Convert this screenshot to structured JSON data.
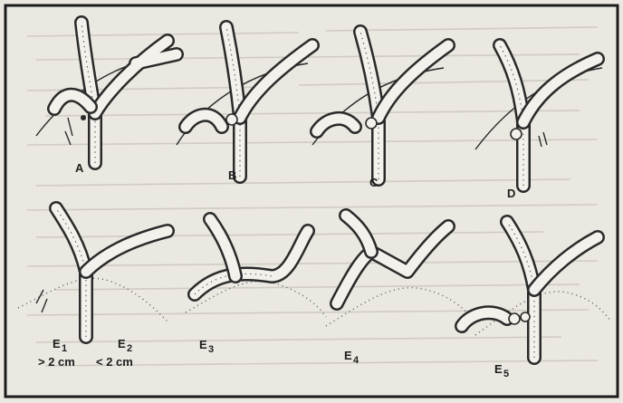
{
  "panels": {
    "A": "A",
    "B": "B",
    "C": "C",
    "D": "D",
    "E1_left": "E",
    "E1_left_sub": "1",
    "E2": "E",
    "E2_sub": "2",
    "E1_left_measure": "> 2 cm",
    "E2_measure": "< 2 cm",
    "E3": "E",
    "E3_sub": "3",
    "E4": "E",
    "E4_sub": "4",
    "E5": "E",
    "E5_sub": "5"
  }
}
